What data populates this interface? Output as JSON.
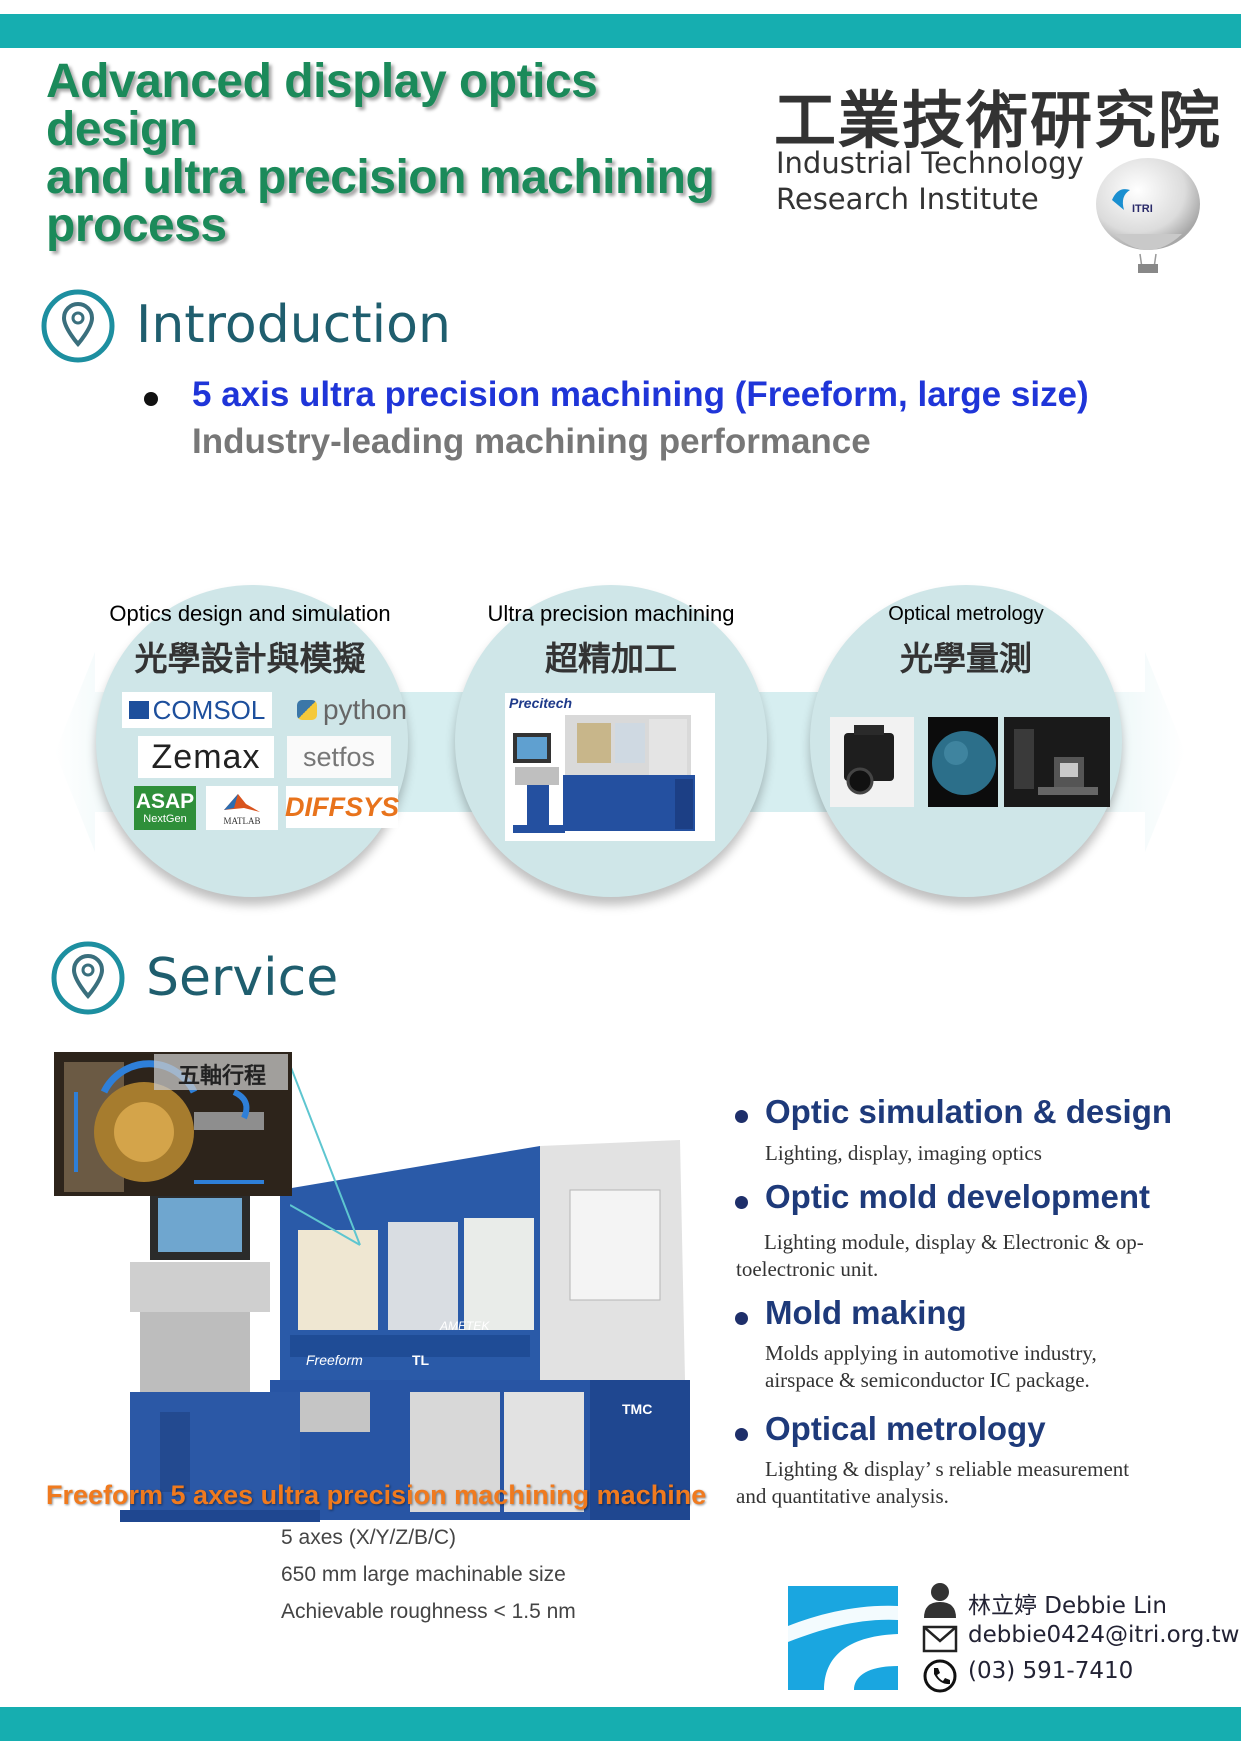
{
  "header": {
    "title_lines": [
      "Advanced display optics design",
      "and ultra precision machining",
      "process"
    ],
    "org_zh": "工業技術研究院",
    "org_en_lines": [
      "Industrial Technology",
      "Research Institute"
    ],
    "balloon_label": "ITRI"
  },
  "intro": {
    "heading": "Introduction",
    "bullet_title": "5 axis ultra precision machining (Freeform, large size)",
    "bullet_sub": "Industry-leading machining performance"
  },
  "flow": [
    {
      "en": "Optics design and simulation",
      "zh": "光學設計與模擬"
    },
    {
      "en": "Ultra precision machining",
      "zh": "超精加工"
    },
    {
      "en": "Optical metrology",
      "zh": "光學量測"
    }
  ],
  "software_logos": {
    "comsol": "COMSOL",
    "python": "python",
    "zemax": "Zemax",
    "setfos": "setfos",
    "asap": "ASAP",
    "asap_sub": "NextGen",
    "matlab": "MATLAB",
    "diffsys": "DIFFSYS"
  },
  "machine_brand": "Precitech",
  "service": {
    "heading": "Service",
    "inset_label": "五軸行程",
    "items": [
      {
        "title": "Optic simulation & design",
        "desc_lines": [
          "Lighting, display, imaging optics"
        ]
      },
      {
        "title": "Optic mold development",
        "desc_lines": [
          "Lighting module, display & Electronic & op-",
          "toelectronic unit."
        ]
      },
      {
        "title": "Mold making",
        "desc_lines": [
          "Molds applying in automotive  industry,",
          "airspace & semiconductor IC package."
        ]
      },
      {
        "title": "Optical metrology",
        "desc_lines": [
          "Lighting & display’  s reliable measurement",
          "and quantitative analysis."
        ]
      }
    ],
    "machine_caption": "Freeform 5 axes ultra precision machining machine",
    "specs": [
      "5 axes (X/Y/Z/B/C)",
      "650 mm large machinable size",
      "Achievable roughness < 1.5 nm"
    ],
    "machine_labels": {
      "ametek": "AMETEK",
      "freeform": "Freeform",
      "tl": "TL",
      "tmc": "TMC"
    }
  },
  "contact": {
    "name": "林立婷 Debbie Lin",
    "email": "debbie0424@itri.org.tw",
    "phone": "(03) 591-7410"
  },
  "colors": {
    "teal_bar": "#16aeb0",
    "title_green": "#1b8a5a",
    "intro_blue": "#1f35d8",
    "service_navy": "#1e3a7a",
    "caption_orange": "#f07a1e"
  }
}
